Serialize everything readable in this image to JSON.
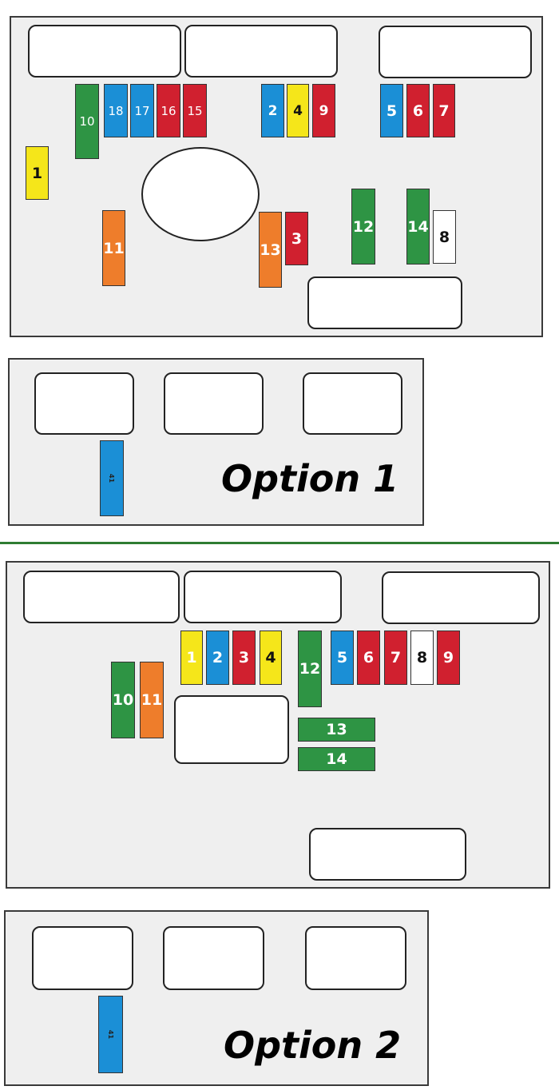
{
  "colors": {
    "red": "#d0202f",
    "blue": "#1b8fd6",
    "yellow": "#f5e61a",
    "green": "#2e9444",
    "orange": "#ee7d2b",
    "white": "#ffffff",
    "divider": "#2e7d32"
  },
  "option1": {
    "label": "Option 1",
    "fuses": [
      {
        "id": "1",
        "color": "yellow"
      },
      {
        "id": "10",
        "color": "green"
      },
      {
        "id": "18",
        "color": "blue"
      },
      {
        "id": "17",
        "color": "blue"
      },
      {
        "id": "16",
        "color": "red"
      },
      {
        "id": "15",
        "color": "red"
      },
      {
        "id": "2",
        "color": "blue"
      },
      {
        "id": "4",
        "color": "yellow"
      },
      {
        "id": "9",
        "color": "red"
      },
      {
        "id": "5",
        "color": "blue"
      },
      {
        "id": "6",
        "color": "red"
      },
      {
        "id": "7",
        "color": "red"
      },
      {
        "id": "11",
        "color": "orange"
      },
      {
        "id": "13",
        "color": "orange"
      },
      {
        "id": "3",
        "color": "red"
      },
      {
        "id": "12",
        "color": "green"
      },
      {
        "id": "14",
        "color": "green"
      },
      {
        "id": "8",
        "color": "white"
      }
    ],
    "lower_fuse": {
      "id": "41",
      "color": "blue"
    }
  },
  "option2": {
    "label": "Option 2",
    "fuses": [
      {
        "id": "1",
        "color": "yellow"
      },
      {
        "id": "2",
        "color": "blue"
      },
      {
        "id": "3",
        "color": "red"
      },
      {
        "id": "4",
        "color": "yellow"
      },
      {
        "id": "12",
        "color": "green"
      },
      {
        "id": "5",
        "color": "blue"
      },
      {
        "id": "6",
        "color": "red"
      },
      {
        "id": "7",
        "color": "red"
      },
      {
        "id": "8",
        "color": "white"
      },
      {
        "id": "9",
        "color": "red"
      },
      {
        "id": "10",
        "color": "green"
      },
      {
        "id": "11",
        "color": "orange"
      },
      {
        "id": "13",
        "color": "green"
      },
      {
        "id": "14",
        "color": "green"
      }
    ],
    "lower_fuse": {
      "id": "41",
      "color": "blue"
    }
  }
}
